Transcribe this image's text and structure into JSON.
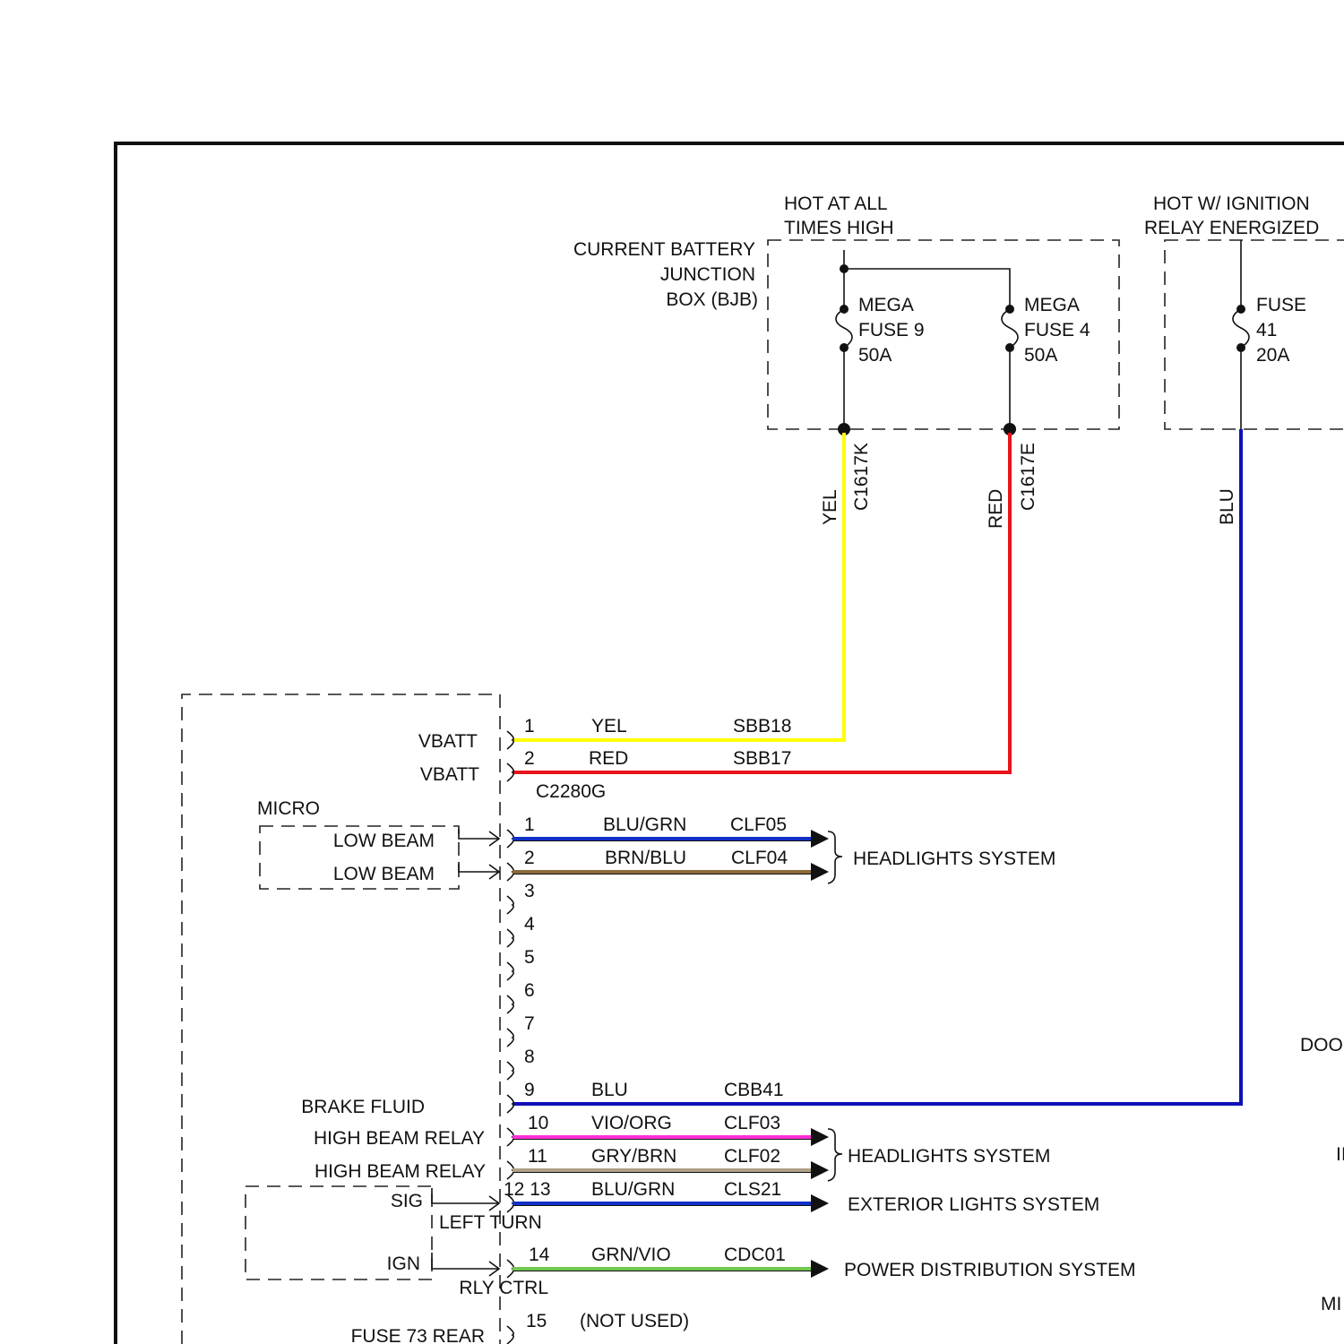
{
  "colors": {
    "YEL": "#ffff00",
    "RED": "#e8141b",
    "BLU": "#1010b8",
    "BLU/GRN": "#1030c8",
    "BRN/BLU": "#8a6a3a",
    "VIO/ORG": "#ff30d8",
    "GRY/BRN": "#b0a088",
    "GRN/VIO": "#70c850",
    "pin_color": "#111111"
  },
  "top": {
    "hot_all_times": [
      "HOT AT ALL",
      "TIMES HIGH"
    ],
    "hot_ignition": [
      "HOT W/ IGNITION",
      "RELAY ENERGIZED"
    ],
    "bjb": [
      "CURRENT BATTERY",
      "JUNCTION",
      "BOX (BJB)"
    ],
    "fuse_a": [
      "MEGA",
      "FUSE 9",
      "50A"
    ],
    "fuse_b": [
      "MEGA",
      "FUSE 4",
      "50A"
    ],
    "fuse_c": [
      "FUSE",
      "41",
      "20A"
    ],
    "yel_wire": {
      "color": "YEL",
      "circuit": "C1617K"
    },
    "red_wire": {
      "color": "RED",
      "circuit": "C1617E"
    },
    "blu_wire": {
      "color": "BLU"
    }
  },
  "module": {
    "connector": "C2280G",
    "micro_label": "MICRO",
    "left_labels": {
      "vbatt1": "VBATT",
      "vbatt2": "VBATT",
      "low_beam1": "LOW BEAM",
      "low_beam2": "LOW BEAM",
      "brake_fluid": "BRAKE FLUID",
      "high_beam1": "HIGH BEAM RELAY",
      "high_beam2": "HIGH BEAM RELAY",
      "sig": "SIG",
      "left_turn": "LEFT TURN",
      "ign": "IGN",
      "rly_ctrl": "RLY CTRL",
      "fuse73": "FUSE 73 REAR"
    }
  },
  "pins": [
    {
      "n": "1",
      "color": "YEL",
      "circuit": "SBB18"
    },
    {
      "n": "2",
      "color": "RED",
      "circuit": "SBB17"
    },
    {
      "n": "1",
      "color": "BLU/GRN",
      "circuit": "CLF05"
    },
    {
      "n": "2",
      "color": "BRN/BLU",
      "circuit": "CLF04"
    },
    {
      "n": "3",
      "color": "",
      "circuit": ""
    },
    {
      "n": "4",
      "color": "",
      "circuit": ""
    },
    {
      "n": "5",
      "color": "",
      "circuit": ""
    },
    {
      "n": "6",
      "color": "",
      "circuit": ""
    },
    {
      "n": "7",
      "color": "",
      "circuit": ""
    },
    {
      "n": "8",
      "color": "",
      "circuit": ""
    },
    {
      "n": "9",
      "color": "BLU",
      "circuit": "CBB41"
    },
    {
      "n": "10",
      "color": "VIO/ORG",
      "circuit": "CLF03"
    },
    {
      "n": "11",
      "color": "GRY/BRN",
      "circuit": "CLF02"
    },
    {
      "n": "12 13",
      "color": "BLU/GRN",
      "circuit": "CLS21"
    },
    {
      "n": "14",
      "color": "GRN/VIO",
      "circuit": "CDC01"
    },
    {
      "n": "15",
      "color": "(NOT USED)",
      "circuit": ""
    }
  ],
  "systems": {
    "headlights1": "HEADLIGHTS SYSTEM",
    "headlights2": "HEADLIGHTS SYSTEM",
    "exterior": "EXTERIOR LIGHTS SYSTEM",
    "power": "POWER DISTRIBUTION SYSTEM"
  },
  "right_edge": {
    "doo": "DOO",
    "ii": "II",
    "mi": "MI"
  }
}
